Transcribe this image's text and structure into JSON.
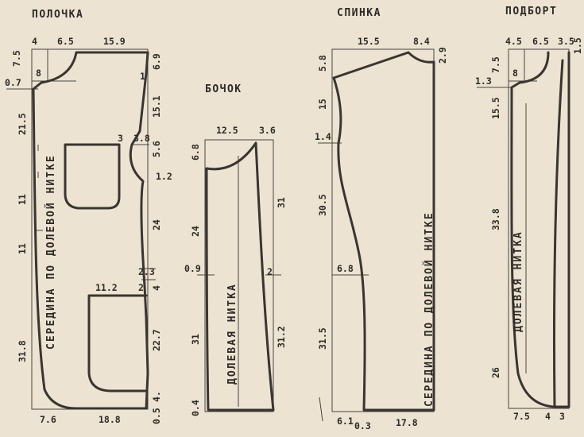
{
  "titles": {
    "polochka": "ПОЛОЧКА",
    "bochok": "БОЧОК",
    "spinka": "СПИНКА",
    "podbort": "ПОДБОРТ"
  },
  "labels": {
    "polochka_grain": "СЕРЕДИНА ПО ДОЛЕВОЙ НИТКЕ",
    "bochok_grain": "ДОЛЕВАЯ НИТКА",
    "spinka_grain": "СЕРЕДИНА ПО ДОЛЕВОЙ НИТКЕ",
    "podbort_grain": "ДОЛЕВАЯ НИТКА"
  },
  "dims": {
    "p_top_4": "4",
    "p_top_6_5": "6.5",
    "p_top_15_9": "15.9",
    "p_left_7_5": "7.5",
    "p_8": "8",
    "p_0_7": "0.7",
    "p_left_21_5": "21.5",
    "p_left_11a": "11",
    "p_left_11b": "11",
    "p_left_31_8": "31.8",
    "p_right_6_9": "6.9",
    "p_1": "1",
    "p_right_15_1": "15.1",
    "p_3": "3",
    "p_3_8": "3.8",
    "p_right_5_6": "5.6",
    "p_1_2": "1.2",
    "p_right_24": "24",
    "p_2_3": "2.3",
    "p_2": "2",
    "p_right_4": "4",
    "p_11_2": "11.2",
    "p_right_22_7": "22.7",
    "p_right_4b": "4.",
    "p_bot_7_6": "7.6",
    "p_bot_18_8": "18.8",
    "p_bot_0_5": "0.5",
    "b_top_12_5": "12.5",
    "b_top_3_6": "3.6",
    "b_6_8": "6.8",
    "b_24": "24",
    "b_31": "31",
    "b_0_9": "0.9",
    "b_2": "2",
    "b_31b": "31",
    "b_31_2": "31.2",
    "b_0_4": "0.4",
    "s_top_15_5": "15.5",
    "s_top_8_4": "8.4",
    "s_5_8": "5.8",
    "s_2_9": "2.9",
    "s_15": "15",
    "s_1_4": "1.4",
    "s_30_5": "30.5",
    "s_6_8": "6.8",
    "s_31_5": "31.5",
    "s_bot_6_1": "6.1",
    "s_bot_0_3": "0.3",
    "s_bot_17_8": "17.8",
    "pb_4_5": "4.5",
    "pb_6_5": "6.5",
    "pb_3_5": "3.5",
    "pb_1_5": "1.5",
    "pb_7_5": "7.5",
    "pb_8": "8",
    "pb_1_3": "1.3",
    "pb_15_5": "15.5",
    "pb_33_8": "33.8",
    "pb_26": "26",
    "pb_bot_7_5": "7.5",
    "pb_bot_4": "4",
    "pb_bot_3": "3"
  }
}
